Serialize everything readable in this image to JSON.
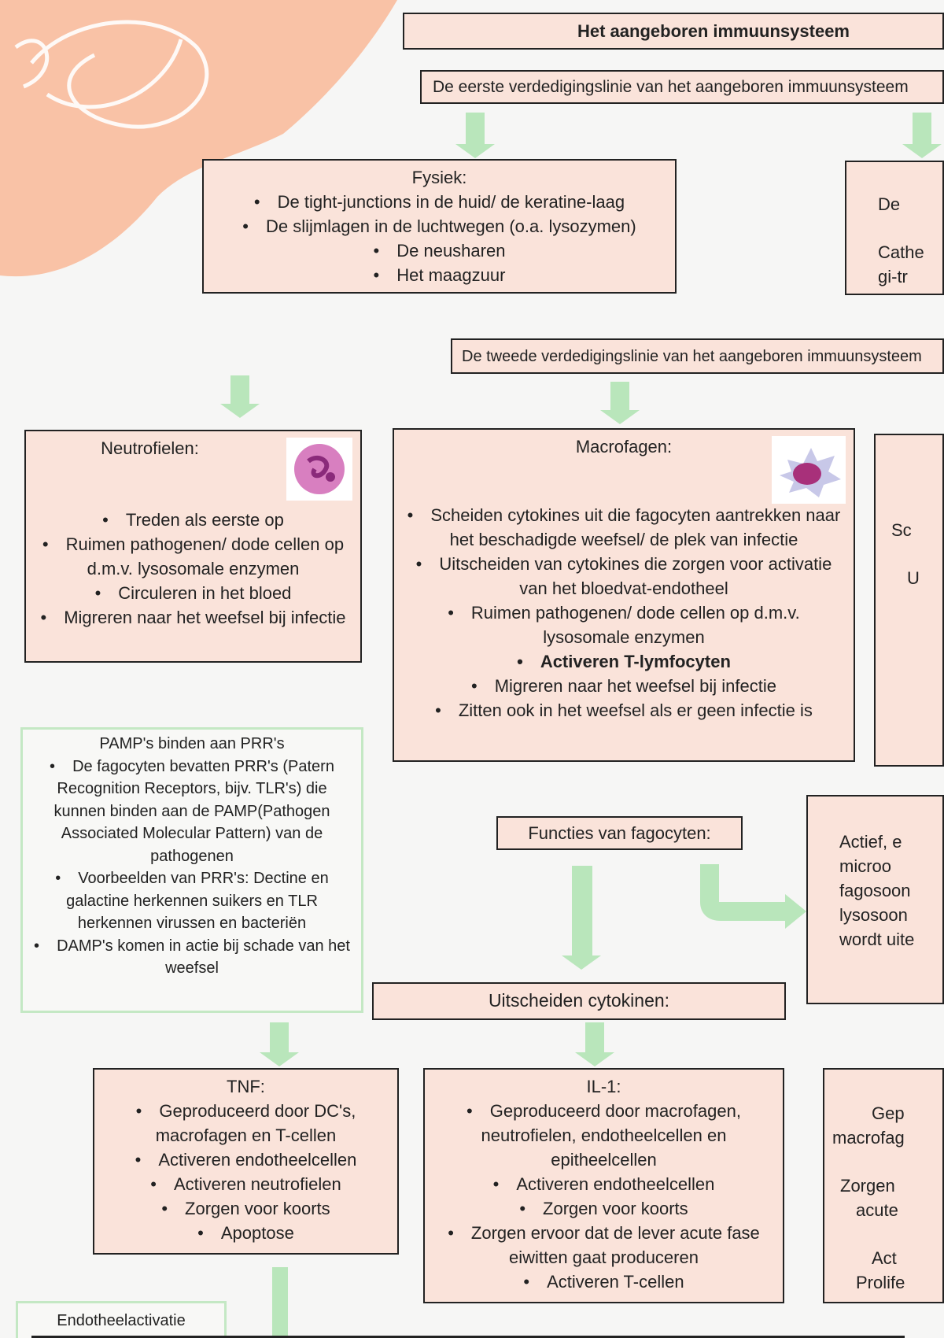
{
  "title": "Het aangeboren immuunsysteem",
  "first_line": "De eerste verdedigingslinie van het aangeboren immuunsysteem",
  "fysiek": {
    "heading": "Fysiek:",
    "items": [
      "De tight-junctions in de huid/ de keratine-laag",
      "De slijmlagen in de luchtwegen (o.a. lysozymen)",
      "De neusharen",
      "Het maagzuur"
    ]
  },
  "chemical_partial": {
    "items": [
      "De",
      "Cathe",
      "gi-tr"
    ]
  },
  "second_line": "De tweede verdedigingslinie van het aangeboren immuunsysteem",
  "neutrofielen": {
    "heading": "Neutrofielen:",
    "items": [
      "Treden als eerste op",
      "Ruimen pathogenen/ dode cellen op d.m.v. lysosomale enzymen",
      "Circuleren in het bloed",
      "Migreren naar het weefsel bij infectie"
    ]
  },
  "macrofagen": {
    "heading": "Macrofagen:",
    "items": [
      "Scheiden cytokines uit die fagocyten aantrekken naar het beschadigde weefsel/ de plek van infectie",
      "Uitscheiden van cytokines die zorgen voor activatie van het bloedvat-endotheel",
      "Ruimen pathogenen/ dode cellen op d.m.v. lysosomale enzymen",
      "Activeren T-lymfocyten",
      "Migreren naar het weefsel bij infectie",
      "Zitten ook in het weefsel als er geen infectie is"
    ]
  },
  "third_partial": {
    "items": [
      "Sc",
      "U",
      "",
      ""
    ]
  },
  "pamp": {
    "heading": "PAMP's binden aan PRR's",
    "items": [
      "De fagocyten bevatten PRR's (Patern Recognition Receptors, bijv. TLR's) die kunnen binden aan de PAMP(Pathogen Associated Molecular Pattern) van de pathogenen",
      "Voorbeelden van PRR's: Dectine en galactine herkennen suikers en TLR herkennen virussen en bacteriën",
      "DAMP's komen in actie bij schade van het weefsel"
    ]
  },
  "functies": "Functies van fagocyten:",
  "actief_partial": {
    "lines": [
      "Actief, e",
      "microo",
      "fagosoon",
      "lysosoon",
      "wordt uite"
    ]
  },
  "uitscheiden": "Uitscheiden cytokinen:",
  "tnf": {
    "heading": "TNF:",
    "items": [
      "Geproduceerd door DC's, macrofagen en T-cellen",
      "Activeren endotheelcellen",
      "Activeren neutrofielen",
      "Zorgen voor koorts",
      "Apoptose"
    ]
  },
  "il1": {
    "heading": "IL-1:",
    "items": [
      "Geproduceerd door macrofagen, neutrofielen, endotheelcellen en epitheelcellen",
      "Activeren endotheelcellen",
      "Zorgen voor koorts",
      "Zorgen ervoor dat de lever acute fase eiwitten gaat produceren",
      "Activeren T-cellen"
    ]
  },
  "il6_partial": {
    "lines": [
      "Gep",
      "macrofag",
      "Zorgen",
      "acute",
      "Act",
      "Prolife"
    ]
  },
  "endotheel": "Endotheelactivatie"
}
